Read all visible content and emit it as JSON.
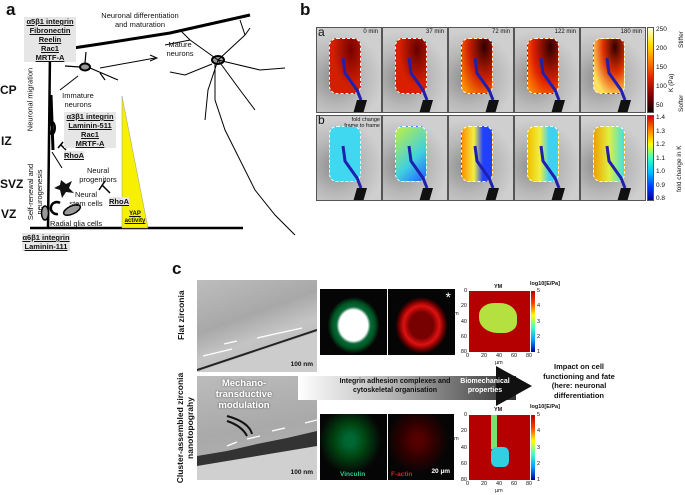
{
  "panel_a": {
    "label": "a",
    "zones": [
      "CP",
      "IZ",
      "SVZ",
      "VZ"
    ],
    "top_text": "Neuronal differentiation and maturation",
    "mature": "Mature neurons",
    "immature": "Immature neurons",
    "migration": "Neuronal migration",
    "self_renewal": "Self-renewal and neurogenesis",
    "top_molecules": [
      "α5β1 integrin",
      "Fibronectin",
      "Reelin",
      "Rac1",
      "MRTF-A"
    ],
    "mid_molecules": [
      "α3β1 integrin",
      "Laminin-511",
      "Rac1",
      "MRTF-A"
    ],
    "rhoa1": "RhoA",
    "progenitors": "Neural progenitors",
    "stem_cells": "Neural stem cells",
    "rhoa2": "RhoA",
    "radial_glia": "Radial glia cells",
    "yap": "YAP activity",
    "bottom_molecules": [
      "α6β1 integrin",
      "Laminin-111"
    ]
  },
  "panel_b": {
    "label": "b",
    "row_a_label": "a",
    "row_b_label": "b",
    "row_b_note": "fold change frame to frame",
    "times": [
      "0 min",
      "37 min",
      "72 min",
      "122 min",
      "180 min"
    ],
    "cbar_a_ticks": [
      "250",
      "200",
      "150",
      "100",
      "50"
    ],
    "cbar_a_title": "K (Pa)",
    "cbar_a_stiffer": "Stiffer",
    "cbar_a_softer": "Softer",
    "cbar_b_ticks": [
      "1.4",
      "1.3",
      "1.2",
      "1.1",
      "1.0",
      "0.9",
      "0.8"
    ],
    "cbar_b_title": "fold change in K"
  },
  "panel_c": {
    "label": "c",
    "flat": "Flat zirconia",
    "cluster": "Cluster-assembled zirconia nanotopograhy",
    "scale_tem": "100 nm",
    "mechano": "Mechano-transductive modulation",
    "arrow_text1": "Integrin adhesion complexes and cytoskeletal organisation",
    "arrow_text2": "Biomechanical properties",
    "impact": "Impact on cell functioning and fate (here: neuronal differentiation",
    "vinculin": "Vinculin",
    "factin": "F-actin",
    "scale_fl": "20 µm",
    "ym_title": "YM",
    "ym_cbar": "log10[E/Pa]",
    "ym_cticks": [
      "5",
      "4",
      "3",
      "2",
      "1"
    ],
    "ym_axis_unit": "µm",
    "ym_top_yticks": [
      "0",
      "20",
      "40",
      "60",
      "80"
    ],
    "ym_top_xticks": [
      "0",
      "20",
      "40",
      "60",
      "80"
    ],
    "ym_bot_yticks": [
      "0",
      "20",
      "40",
      "60",
      "80"
    ],
    "ym_bot_xticks": [
      "0",
      "20",
      "40",
      "60",
      "80"
    ]
  }
}
